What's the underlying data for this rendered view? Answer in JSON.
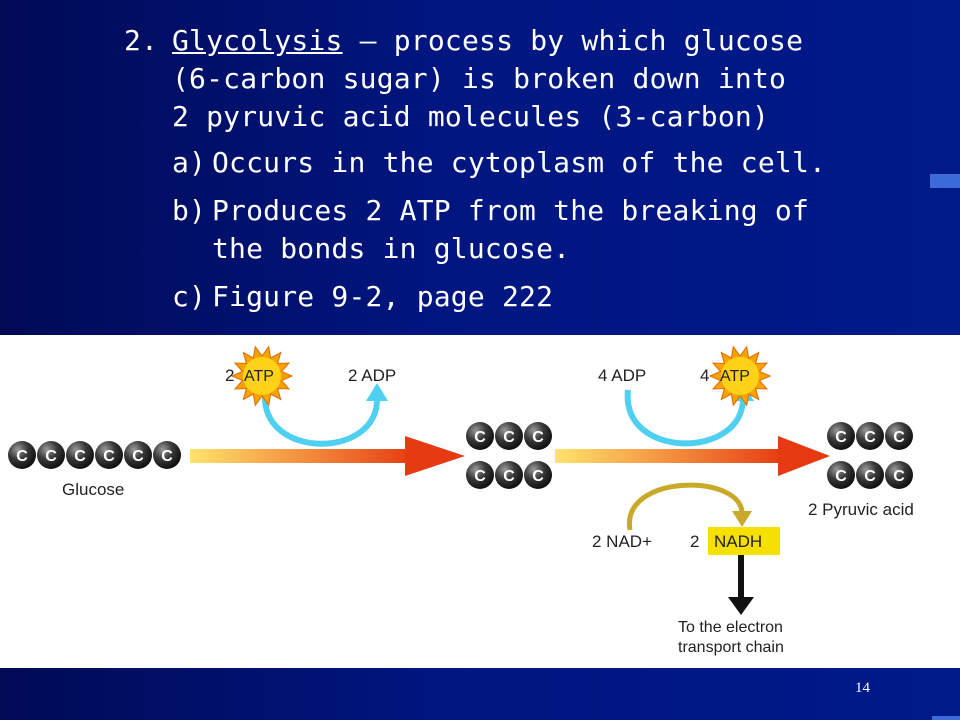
{
  "slide": {
    "number_label": "2.",
    "term": "Glycolysis",
    "definition_line1": " – process by which glucose",
    "definition_line2": "(6-carbon sugar) is broken down into",
    "definition_line3": "2 pyruvic acid molecules (3-carbon)",
    "bullets": [
      {
        "marker": "a)",
        "line1": "Occurs in the cytoplasm of the cell.",
        "line2": ""
      },
      {
        "marker": "b)",
        "line1": "Produces 2 ATP from the breaking of",
        "line2": "the bonds in glucose."
      },
      {
        "marker": "c)",
        "line1": "Figure 9-2, page 222",
        "line2": ""
      }
    ],
    "page_number": "14"
  },
  "diagram": {
    "carbon_label": "C",
    "glucose_label": "Glucose",
    "atp_in_count": "2",
    "atp_label": "ATP",
    "adp_out_label": "2 ADP",
    "adp_in_label": "4 ADP",
    "atp_out_count": "4",
    "nad_label": "2 NAD+",
    "nadh_count": "2",
    "nadh_label": "NADH",
    "product_label": "2 Pyruvic acid",
    "electron_line1": "To the electron",
    "electron_line2": "transport chain",
    "colors": {
      "arrow_start": "#ffe36b",
      "arrow_end": "#e63b12",
      "cyan_arrow": "#4fd0f0",
      "olive_arrow": "#c9a92a",
      "nadh_box": "#f5e000",
      "carbon_ball": "#3a3a3a"
    }
  }
}
